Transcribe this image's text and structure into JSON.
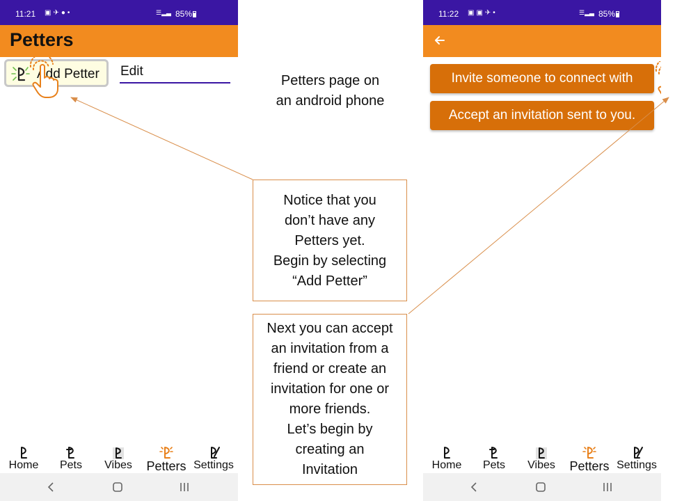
{
  "left_phone": {
    "status": {
      "time": "11:21",
      "battery": "85%"
    },
    "title": "Petters",
    "add_button_label": "Add Petter",
    "edit_label": "Edit",
    "nav": [
      {
        "label": "Home",
        "icon": "paw-icon"
      },
      {
        "label": "Pets",
        "icon": "paw-icon"
      },
      {
        "label": "Vibes",
        "icon": "paw-icon"
      },
      {
        "label": "Petters",
        "icon": "paw-icon",
        "active": true
      },
      {
        "label": "Settings",
        "icon": "paw-icon"
      }
    ]
  },
  "right_phone": {
    "status": {
      "time": "11:22",
      "battery": "85%"
    },
    "invite_button_label": "Invite someone to connect with",
    "accept_button_label": "Accept an invitation sent to you.",
    "nav": [
      {
        "label": "Home",
        "icon": "paw-icon"
      },
      {
        "label": "Pets",
        "icon": "paw-icon"
      },
      {
        "label": "Vibes",
        "icon": "paw-icon"
      },
      {
        "label": "Petters",
        "icon": "paw-icon",
        "active": true
      },
      {
        "label": "Settings",
        "icon": "paw-icon"
      }
    ]
  },
  "annotations": {
    "caption": [
      "Petters page on",
      "an android phone"
    ],
    "note1": [
      "Notice that you",
      "don’t have any",
      "Petters yet.",
      "Begin by selecting",
      "“Add Petter”"
    ],
    "note2": [
      "Next you can accept",
      "an invitation from a",
      "friend or create an",
      "invitation for one or",
      "more friends.",
      "Let’s begin by",
      "creating an",
      "Invitation"
    ]
  },
  "colors": {
    "status_bar": "#3a16a3",
    "app_bar": "#f28b1f",
    "action_button": "#d76f09",
    "active_nav": "#e8801a",
    "connector": "#d98e4a"
  }
}
